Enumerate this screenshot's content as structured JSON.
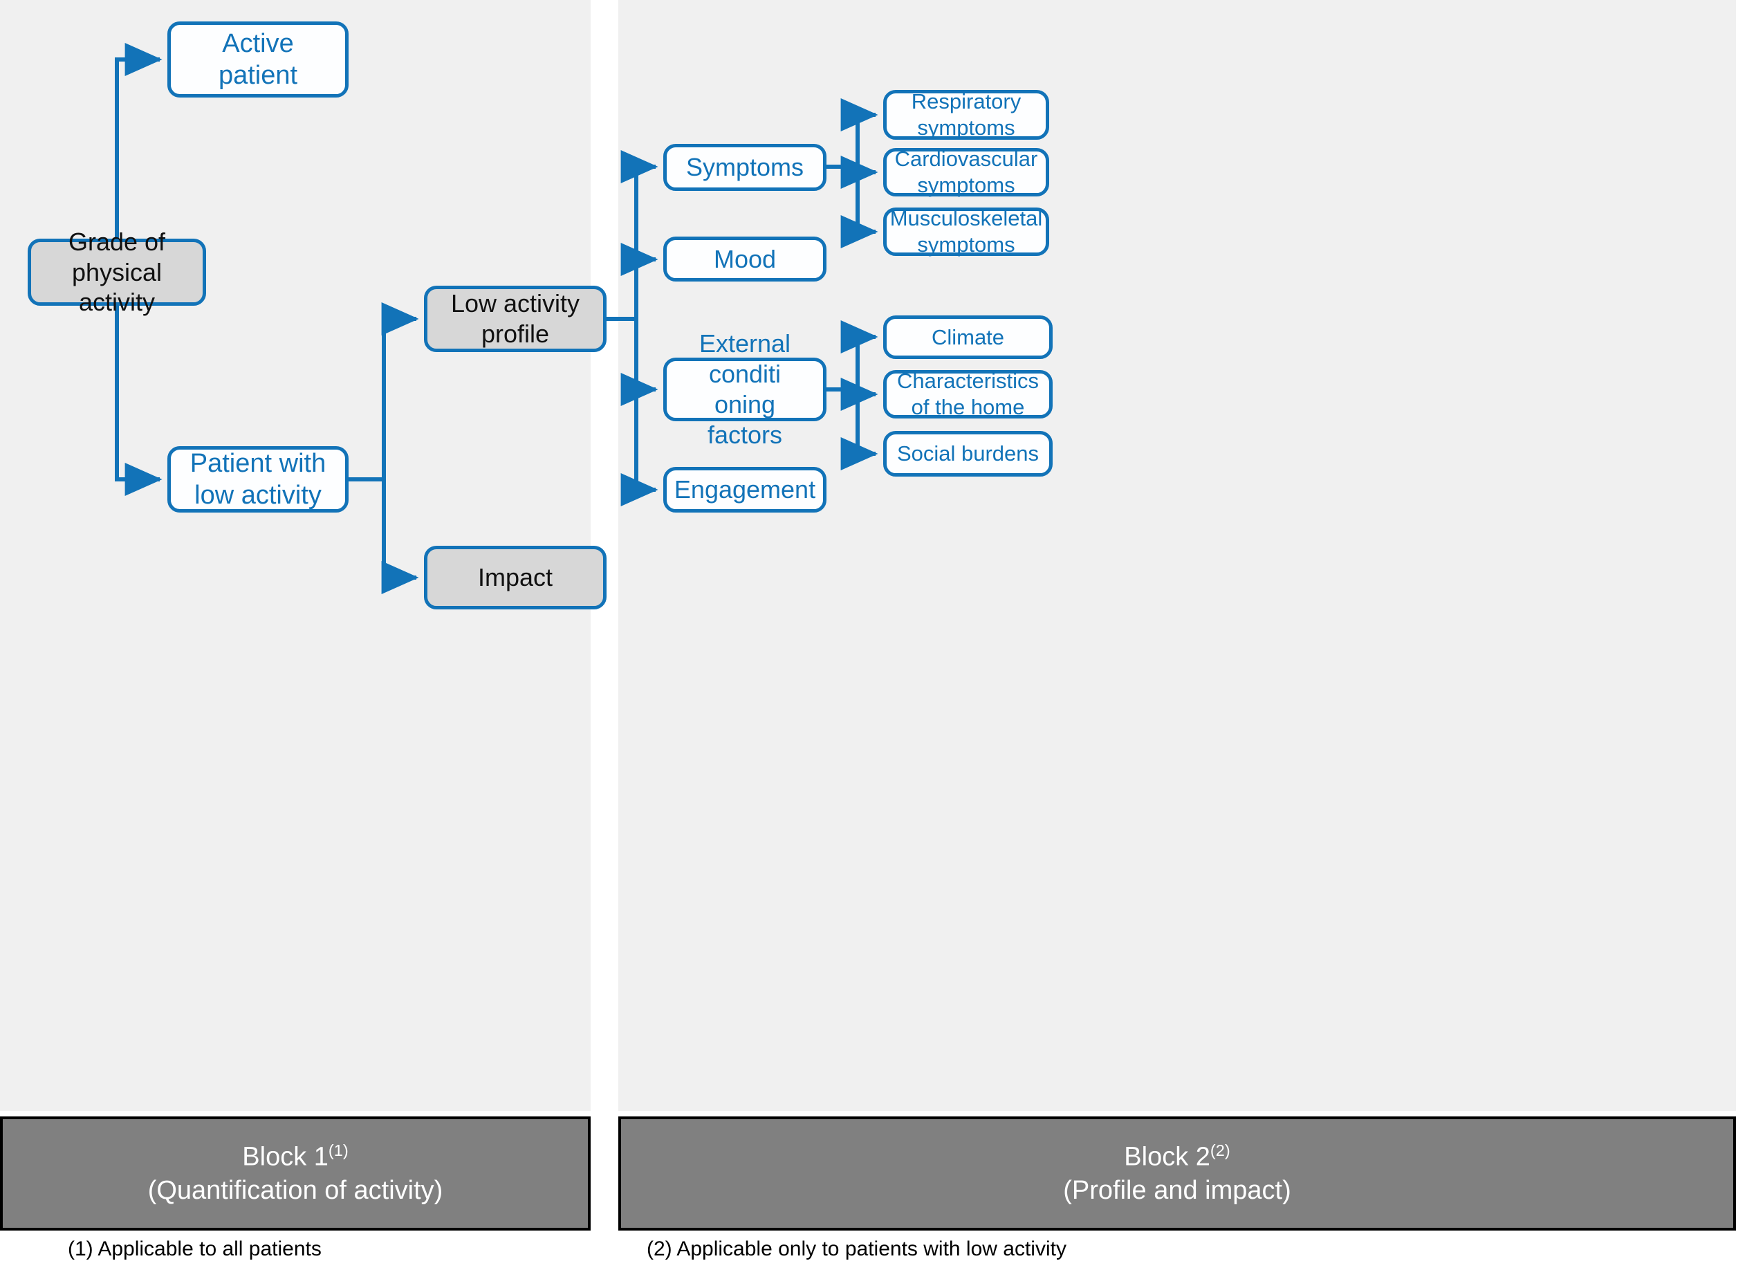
{
  "diagram": {
    "title": "Grade of physical activity assessment flow",
    "colors": {
      "accent_blue": "#1273B8",
      "panel_background": "#f0f0f0",
      "gray_node_fill": "#d7d7d7",
      "band_fill": "#808080",
      "band_text": "#ffffff"
    },
    "nodes": {
      "active_patient": "Active\npatient",
      "active_patient_line1": "Active",
      "active_patient_line2": "patient",
      "grade_of_physical_activity_line1": "Grade of physical",
      "grade_of_physical_activity_line2": "activity",
      "patient_with_low_activity_line1": "Patient with",
      "patient_with_low_activity_line2": "low activity",
      "low_activity_profile_line1": "Low activity",
      "low_activity_profile_line2": "profile",
      "impact": "Impact",
      "symptoms": "Symptoms",
      "mood": "Mood",
      "external_conditioning_factors_line1": "External conditi",
      "external_conditioning_factors_line2": "oning factors",
      "engagement": "Engagement",
      "respiratory_symptoms_line1": "Respiratory",
      "respiratory_symptoms_line2": "symptoms",
      "cardiovascular_symptoms_line1": "Cardiovascular",
      "cardiovascular_symptoms_line2": "symptoms",
      "musculoskeletal_symptoms_line1": "Musculoskeletal",
      "musculoskeletal_symptoms_line2": "symptoms",
      "climate": "Climate",
      "characteristics_of_the_home_line1": "Characteristics",
      "characteristics_of_the_home_line2": "of the home",
      "social_burdens": "Social burdens"
    },
    "bands": {
      "block1_line1": "Block 1",
      "block1_superscript": "(1)",
      "block1_line2": "(Quantification of activity)",
      "block2_line1": "Block 2",
      "block2_superscript": "(2)",
      "block2_line2": "(Profile and impact)"
    },
    "footnotes": {
      "one": "(1) Applicable to all patients",
      "two": "(2) Applicable only to patients with low activity"
    }
  }
}
